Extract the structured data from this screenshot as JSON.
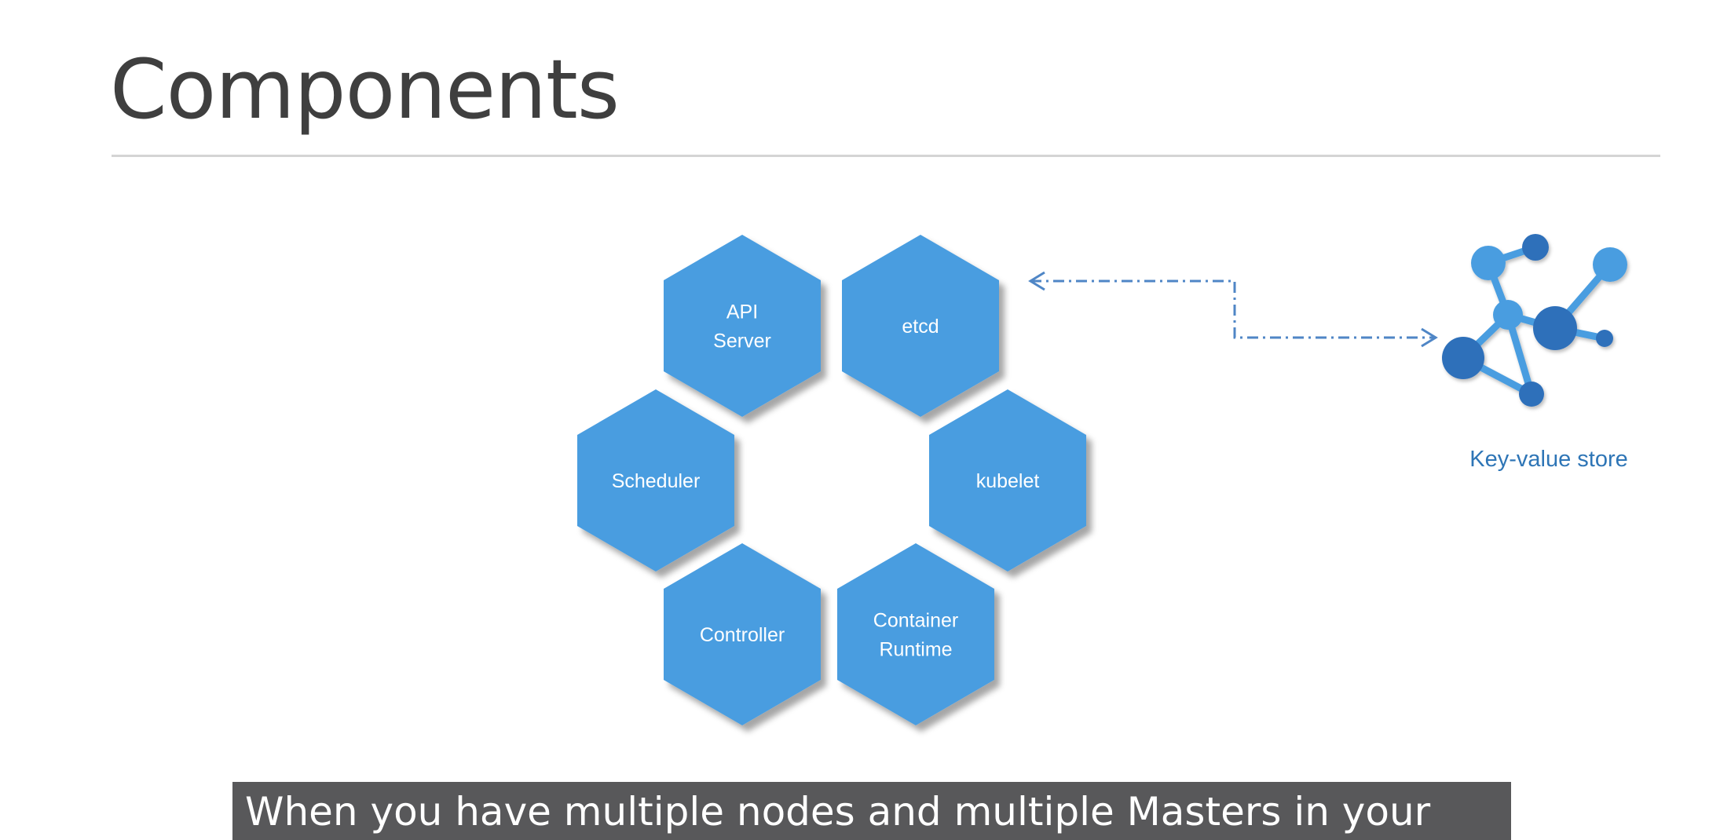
{
  "slide": {
    "title": "Components"
  },
  "diagram": {
    "components": [
      {
        "id": "api-server",
        "lines": [
          "API",
          "Server"
        ]
      },
      {
        "id": "etcd",
        "lines": [
          "etcd"
        ]
      },
      {
        "id": "scheduler",
        "lines": [
          "Scheduler"
        ]
      },
      {
        "id": "kubelet",
        "lines": [
          "kubelet"
        ]
      },
      {
        "id": "controller",
        "lines": [
          "Controller"
        ]
      },
      {
        "id": "container-runtime",
        "lines": [
          "Container",
          "Runtime"
        ]
      }
    ],
    "kv_store": {
      "label": "Key-value store"
    },
    "colors": {
      "hexagon_fill": "#4a9de0",
      "connector": "#4f86c6",
      "node_dark": "#2f6fba",
      "node_light": "#4a9de0",
      "label": "#2e75b6"
    }
  },
  "caption": {
    "text": "When you have multiple nodes and multiple Masters in your"
  }
}
